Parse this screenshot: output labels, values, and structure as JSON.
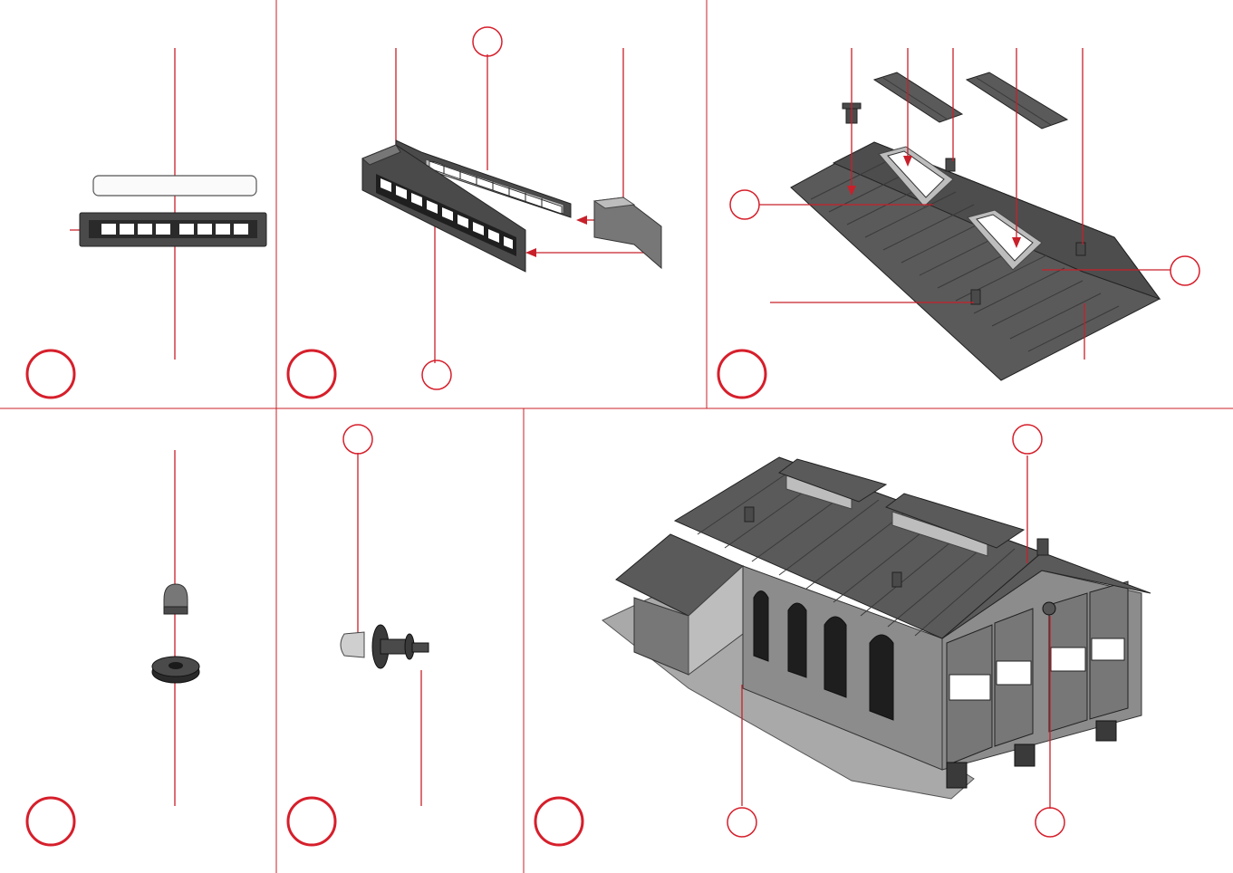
{
  "panels": [
    {
      "id": "panel-1",
      "step_label": ""
    },
    {
      "id": "panel-2",
      "step_label": ""
    },
    {
      "id": "panel-3",
      "step_label": ""
    },
    {
      "id": "panel-4",
      "step_label": ""
    },
    {
      "id": "panel-5",
      "step_label": ""
    },
    {
      "id": "panel-6",
      "step_label": ""
    }
  ],
  "colors": {
    "accent_red": "#d61f2b",
    "divider_red": "#c8202a",
    "part_dark": "#4a4a4a",
    "part_light": "#bdbdbd"
  }
}
